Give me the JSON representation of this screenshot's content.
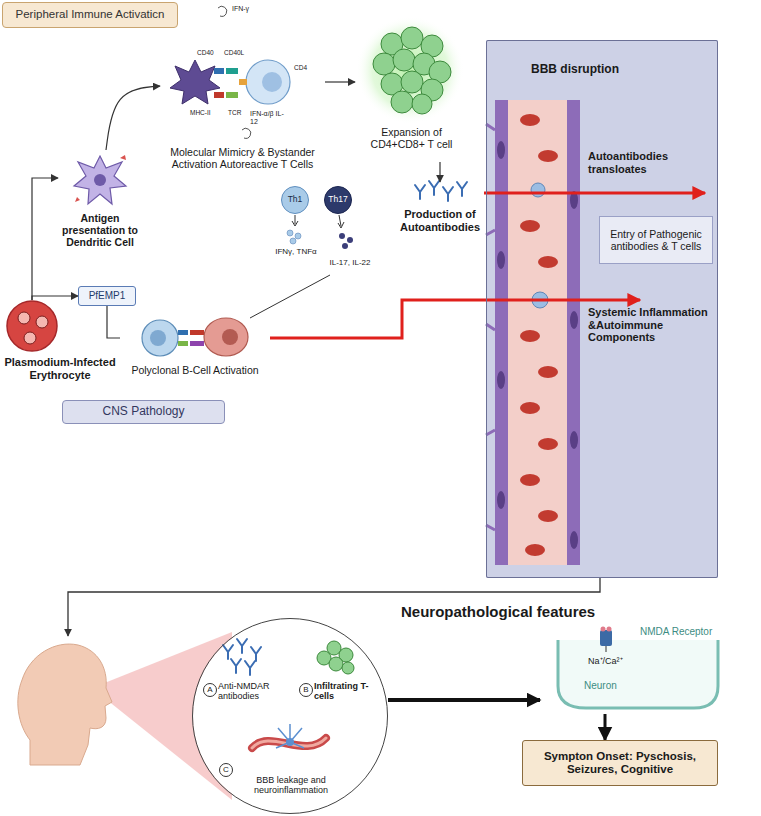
{
  "diagram": {
    "nodes": [
      {
        "text": [
          "Peripheral Immune Activaticn"
        ]
      },
      {
        "text": [
          "Plasmodium-Infected Erythrocyte"
        ]
      },
      {
        "text": [
          "Antigen presentation to Dendritic Cell"
        ]
      },
      {
        "text": [
          "Molecular Mimicry & Bystander Activation Autoreactive T Cells"
        ]
      },
      {
        "text": [
          "Expansion of CD4+CD8+ T cell"
        ]
      },
      {
        "text": [
          "Production of Autoantibodies"
        ]
      },
      {
        "text": [
          "PfEMP1"
        ]
      },
      {
        "text": [
          "Polyclonal B-Cell Activation"
        ]
      },
      {
        "text": [
          "Th1"
        ]
      },
      {
        "text": [
          "Th17"
        ]
      },
      {
        "text": [
          "BBB disruption"
        ]
      },
      {
        "text": [
          "Entry of Pathogenic antibodies & T cells"
        ],
        "in": 10
      },
      {
        "text": [
          "CNS Pathology"
        ]
      },
      {
        "text": [
          "Neuropathological features"
        ]
      },
      {
        "text": [
          "A",
          "Anti-NMDAR antibodies"
        ],
        "in": 13
      },
      {
        "text": [
          "B",
          "Infiltrating T-cells"
        ],
        "in": 13
      },
      {
        "text": [
          "C",
          "BBB leakage and neuroinflammation"
        ],
        "in": 13
      },
      {
        "text": [
          "NMDA Receptor",
          "Na⁺/Ca²⁺",
          "Neuron"
        ]
      },
      {
        "text": [
          "Sympton Onset: Pyschosis, Seizures, Cognitive"
        ]
      }
    ],
    "edges": [
      {
        "from": 1,
        "to": 2,
        "arrow": "to"
      },
      {
        "from": 1,
        "to": 6,
        "arrow": "to"
      },
      {
        "from": 2,
        "to": 3,
        "arrow": "to"
      },
      {
        "from": 3,
        "to": 4,
        "arrow": "to"
      },
      {
        "from": 4,
        "to": 5,
        "arrow": "to"
      },
      {
        "from": 6,
        "to": 7,
        "arrow": "none"
      },
      {
        "from": 5,
        "to": 10,
        "arrow": "to",
        "label": "Autoantibodies transloates"
      },
      {
        "from": 7,
        "to": 10,
        "arrow": "to",
        "label": "Systemic Inflammation &Autoimmune Components"
      },
      {
        "from": 10,
        "to": 13,
        "arrow": "to"
      },
      {
        "from": 13,
        "to": 17,
        "arrow": "to"
      },
      {
        "from": 17,
        "to": 18,
        "arrow": "to"
      }
    ],
    "labels": [
      "IFN-γ",
      "CD40",
      "CD40L",
      "CD4",
      "MHC-II",
      "TCR",
      "IFN-α/β IL-12",
      "IFNγ, TNFα",
      "IL-17, IL-22"
    ]
  }
}
